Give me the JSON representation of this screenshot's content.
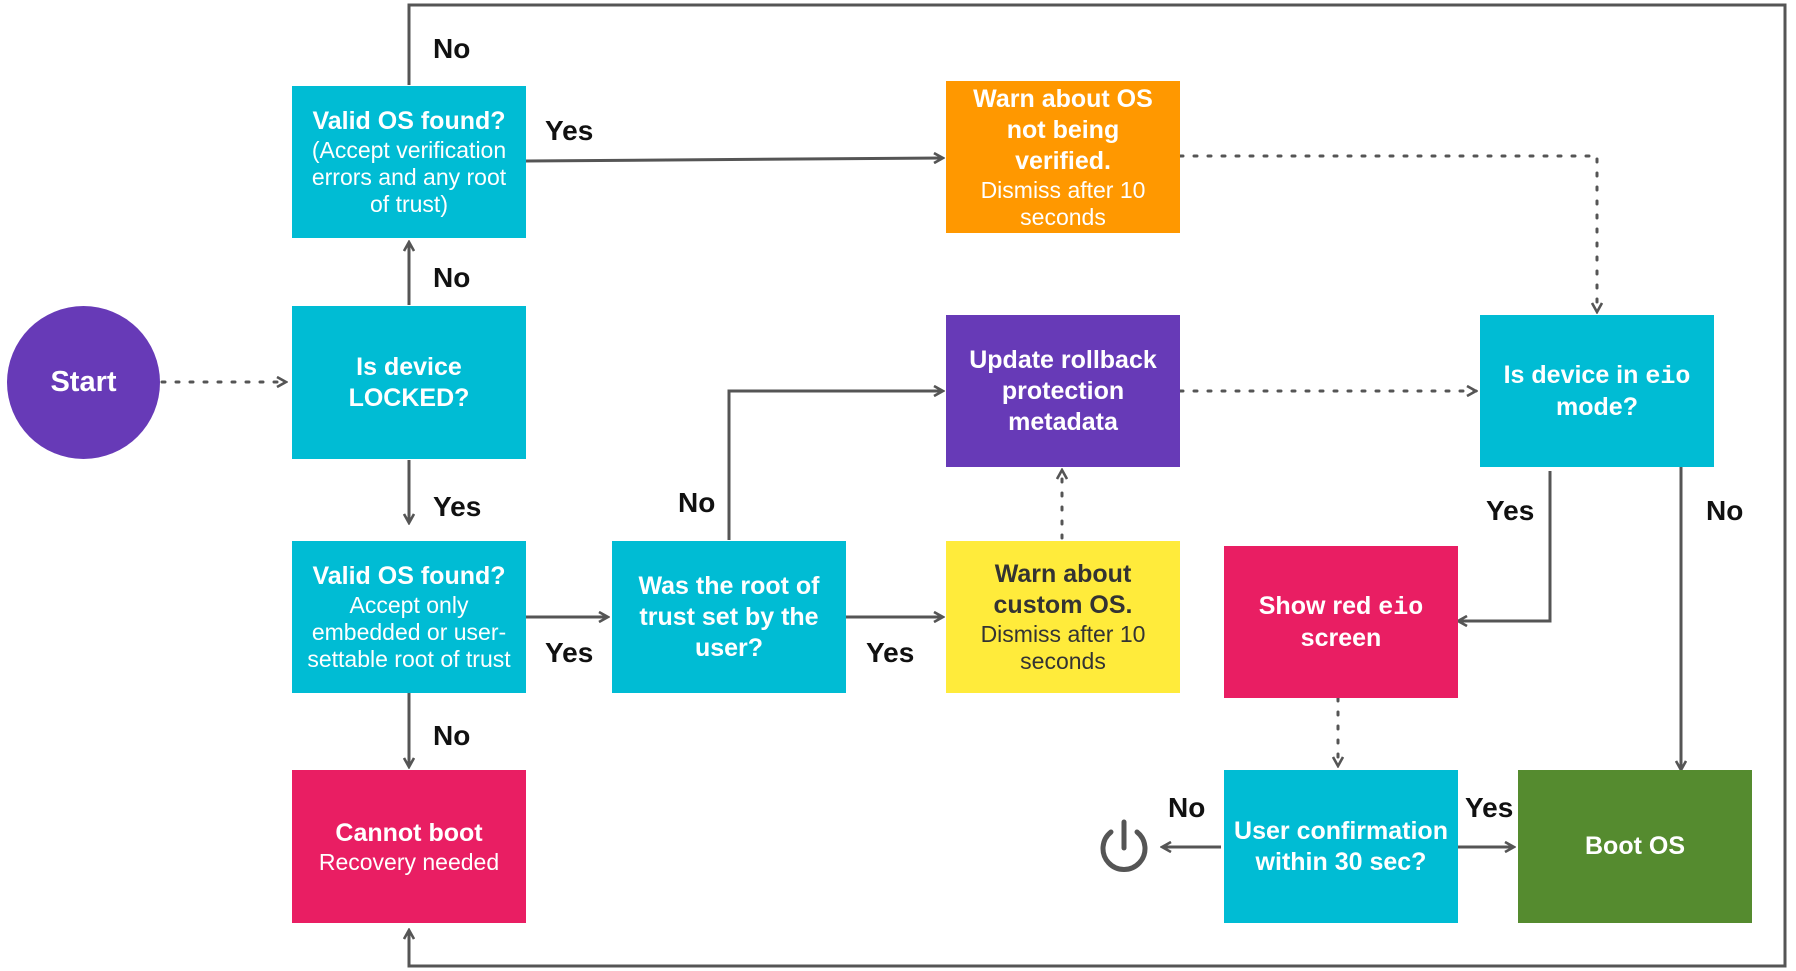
{
  "colors": {
    "cyan": "#00BCD4",
    "orange": "#FF9800",
    "purple": "#673AB7",
    "yellow": "#FFEB3B",
    "pink": "#E91E63",
    "green": "#558B2F",
    "line": "#555555"
  },
  "nodes": {
    "start": {
      "label": "Start"
    },
    "locked": {
      "title": "Is device LOCKED?"
    },
    "valid_unlocked": {
      "title": "Valid OS found?",
      "sub": "(Accept verification errors and any root of trust)"
    },
    "valid_locked": {
      "title": "Valid OS found?",
      "sub": "Accept only embedded or user-settable root of trust"
    },
    "cannot_boot": {
      "title": "Cannot boot",
      "sub": "Recovery needed"
    },
    "warn_unverified": {
      "title": "Warn about OS not being verified.",
      "sub": "Dismiss after 10 seconds"
    },
    "root_set": {
      "title": "Was the root of trust set by the user?"
    },
    "update_rollback": {
      "title": "Update rollback protection metadata"
    },
    "warn_custom": {
      "title": "Warn about custom OS.",
      "sub": "Dismiss after 10 seconds"
    },
    "eio_mode": {
      "title_pre": "Is device in ",
      "code": "eio",
      "title_post": " mode?"
    },
    "show_red": {
      "title_pre": "Show red ",
      "code": "eio",
      "title_post": " screen"
    },
    "user_confirm": {
      "title": "User confirmation within 30 sec?"
    },
    "boot_os": {
      "title": "Boot OS"
    }
  },
  "edge_labels": {
    "top_no": "No",
    "locked_no": "No",
    "locked_yes": "Yes",
    "unlocked_yes": "Yes",
    "locked_valid_yes": "Yes",
    "locked_valid_no": "No",
    "root_no": "No",
    "root_yes": "Yes",
    "eio_yes": "Yes",
    "eio_no": "No",
    "confirm_no": "No",
    "confirm_yes": "Yes"
  },
  "icons": {
    "power": "power-icon"
  }
}
